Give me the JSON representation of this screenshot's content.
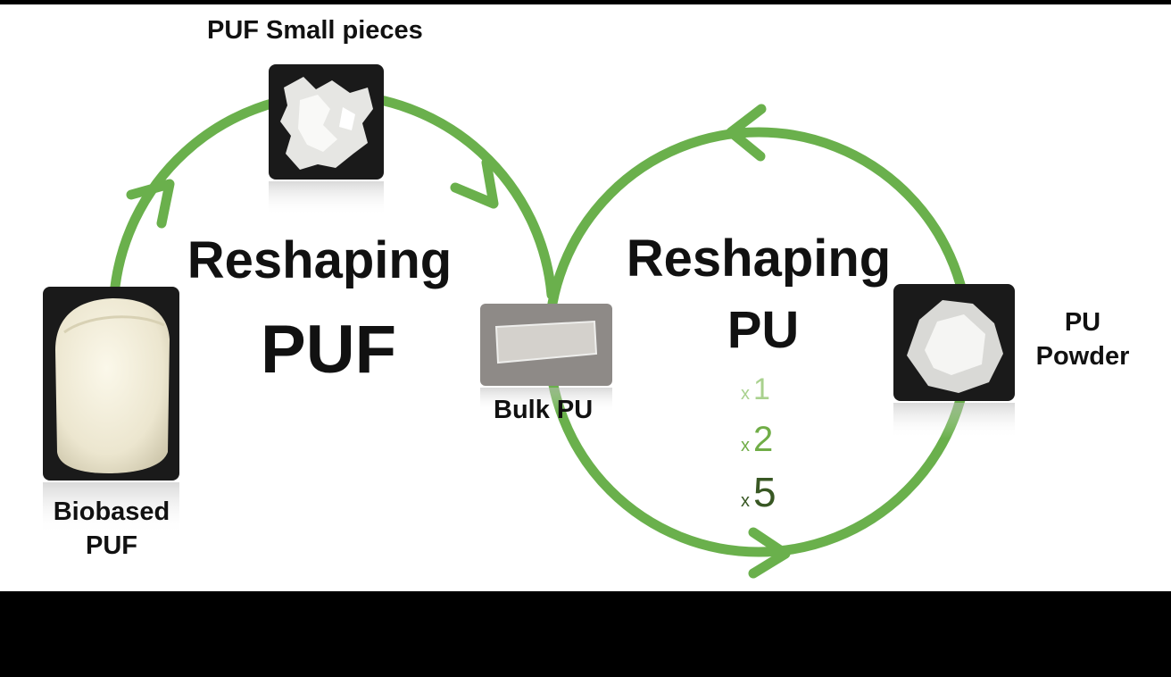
{
  "colors": {
    "cycle_green": "#6ab04c",
    "mult_light": "#a9d18e",
    "mult_mid": "#70ad47",
    "mult_dark": "#385723",
    "photo_bg": "#1a1a1a"
  },
  "labels": {
    "small_pieces": "PUF Small pieces",
    "biobased_line1": "Biobased",
    "biobased_line2": "PUF",
    "bulk_pu": "Bulk PU",
    "pu_powder_line1": "PU",
    "pu_powder_line2": "Powder"
  },
  "titles": {
    "left_line1": "Reshaping",
    "left_line2": "PUF",
    "right_line1": "Reshaping",
    "right_line2": "PU"
  },
  "multipliers": [
    {
      "prefix": "x",
      "value": "1",
      "color": "#a9d18e"
    },
    {
      "prefix": "x",
      "value": "2",
      "color": "#70ad47"
    },
    {
      "prefix": "x",
      "value": "5",
      "color": "#385723"
    }
  ],
  "photos": {
    "small_pieces": "foam-small-pieces-photo",
    "biobased": "biobased-foam-cylinder-photo",
    "bulk": "bulk-pu-film-photo",
    "powder": "pu-powder-photo"
  }
}
